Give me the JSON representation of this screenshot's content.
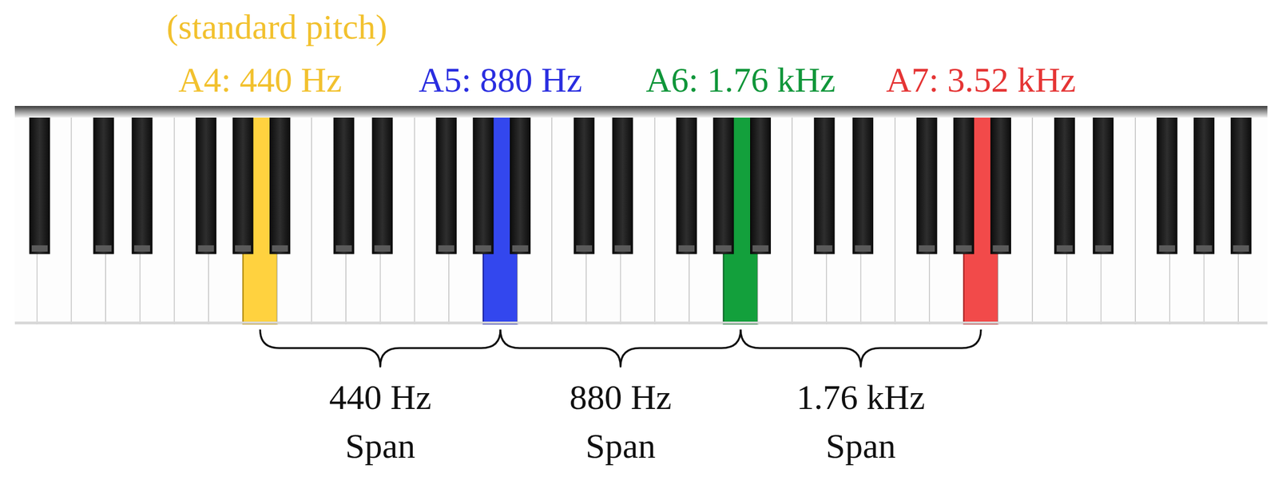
{
  "diagram": {
    "labels": [
      "(standard pitch)",
      "A4: 440 Hz",
      "A5: 880 Hz",
      "A6: 1.76 kHz",
      "A7: 3.52 kHz",
      "440 Hz Span",
      "880 Hz Span",
      "1.76 kHz Span"
    ]
  }
}
